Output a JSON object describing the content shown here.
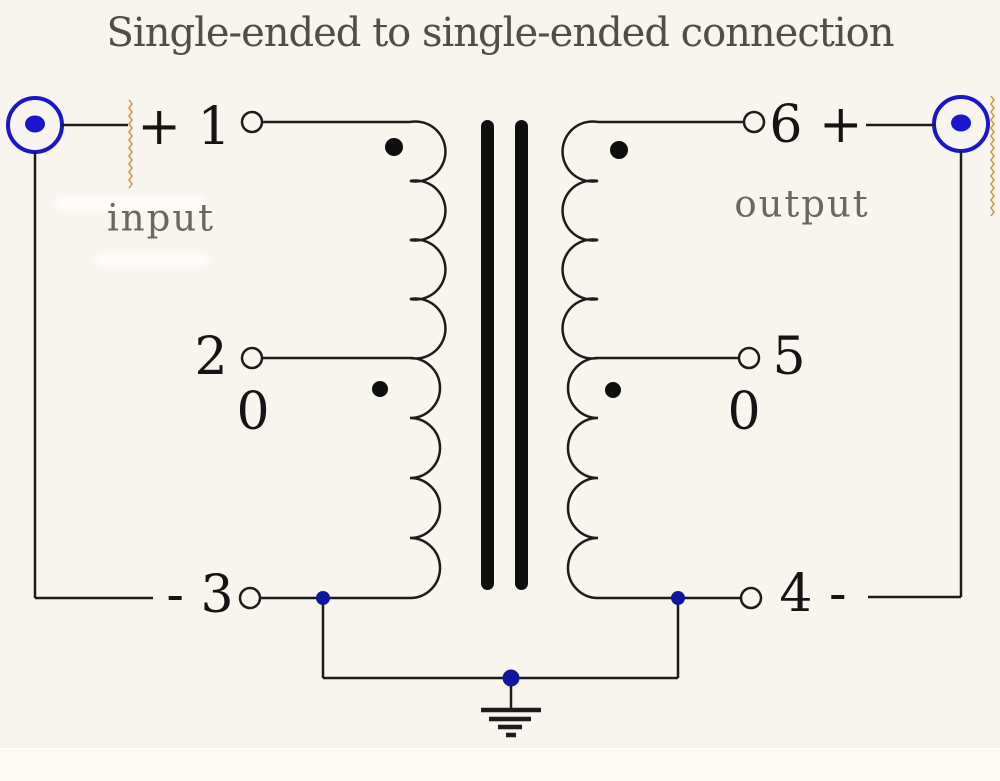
{
  "title": "Single-ended to single-ended connection",
  "ports": {
    "input_label": "input",
    "output_label": "output"
  },
  "terminals": {
    "t1": "+ 1",
    "t2": "2",
    "t0_left": "0",
    "t3": "- 3",
    "t6": "6 +",
    "t5": "5",
    "t0_right": "0",
    "t4": "4 -"
  },
  "icons": {
    "left_connector": "rca-jack-icon",
    "right_connector": "rca-jack-icon",
    "ground": "earth-ground-icon",
    "phase_dots": "winding-polarity-dot"
  },
  "colors": {
    "background": "#f8f4ee",
    "line_black": "#1c1c1c",
    "connector_blue": "#1b15cc",
    "junction_blue": "#12169e",
    "title_gray": "#504d4a",
    "port_text_gray": "#6b6662",
    "artifact_tan": "#cf9a55"
  }
}
